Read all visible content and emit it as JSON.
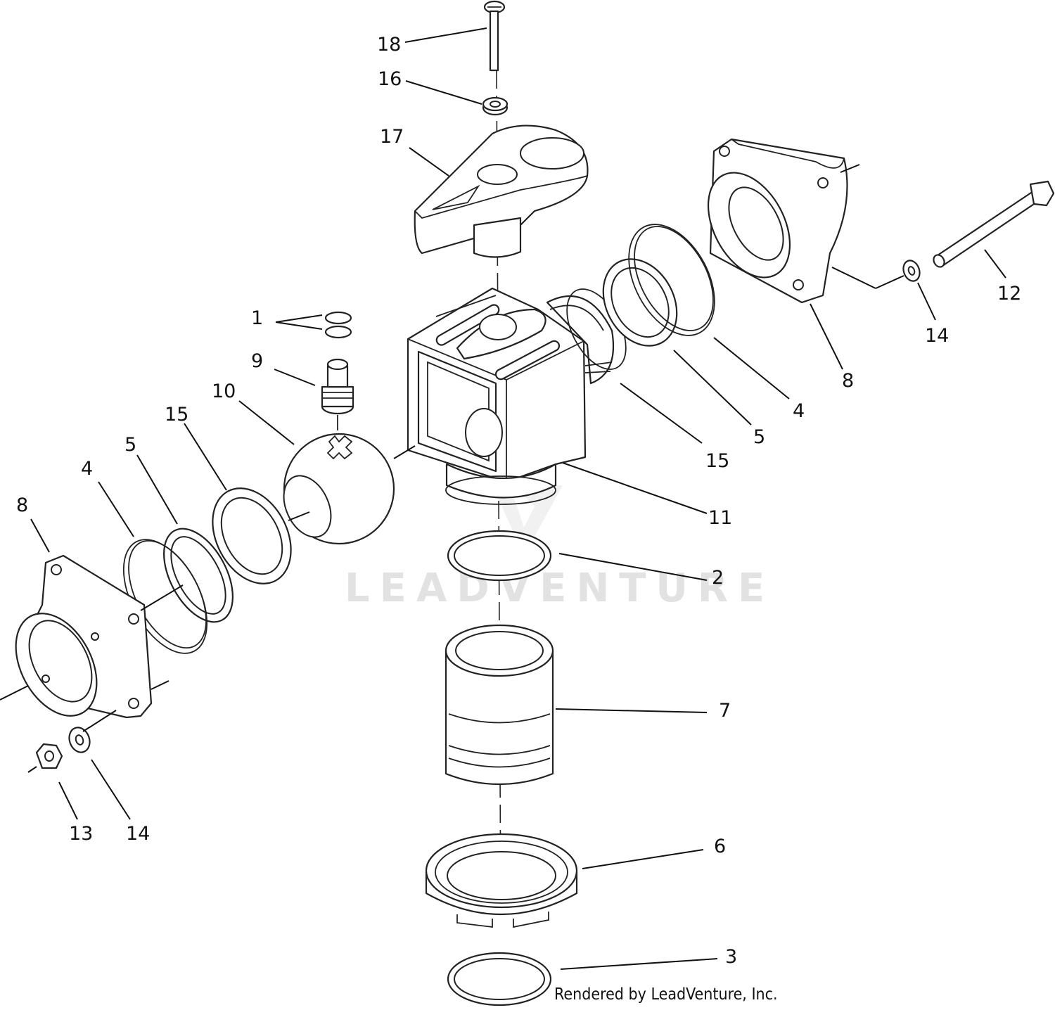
{
  "callouts": {
    "c18": "18",
    "c16": "16",
    "c17": "17",
    "c12": "12",
    "c14_right": "14",
    "c8_right": "8",
    "c4_right": "4",
    "c5_right": "5",
    "c15_right": "15",
    "c11": "11",
    "c1": "1",
    "c9": "9",
    "c10": "10",
    "c15_left": "15",
    "c5_left": "5",
    "c4_left": "4",
    "c8_left": "8",
    "c2": "2",
    "c7": "7",
    "c13": "13",
    "c14_left": "14",
    "c6": "6",
    "c3": "3"
  },
  "watermark": "LEADVENTURE",
  "credit": "Rendered by LeadVenture, Inc."
}
